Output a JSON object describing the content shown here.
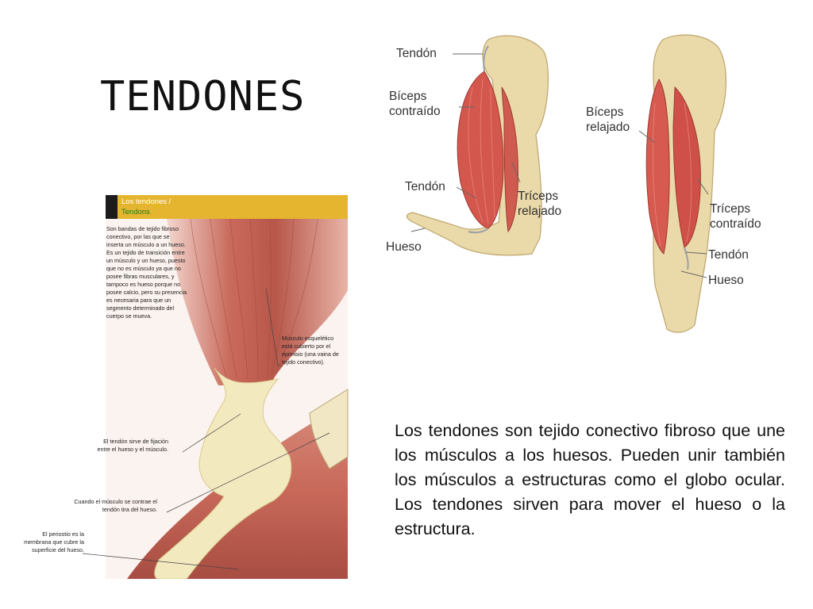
{
  "slide": {
    "title": "TENDONES",
    "body": "Los tendones son tejido conectivo fibroso que une los músculos a los huesos. Pueden unir también los músculos a estructuras como el globo ocular. Los tendones sirven para mover el hueso o la estructura."
  },
  "panel": {
    "header_line1": "Los tendones /",
    "header_line2": "Tendons",
    "intro": "Son bandas de tejido fibroso conectivo, por las que se inserta un músculo a un hueso. Es un tejido de transición entre un músculo y un hueso, puesto que no es músculo ya que no posee fibras musculares, y tampoco es hueso porque no posee calcio, pero su presencia es necesaria para que un segmento determinado del cuerpo se mueva.",
    "label_muscle": "Músculo esquelético está cubierto por el epimisio (una vaina de tejido conectivo).",
    "label_fixation": "El tendón sirve de fijación entre el hueso y el músculo.",
    "label_contract": "Cuando el músculo se contrae el tendón tira del hueso.",
    "label_periosteum": "El periostio es la membrana que cubre la superficie del hueso."
  },
  "arm_left": {
    "tendon_top": "Tendón",
    "biceps": [
      "Bíceps",
      "contraído"
    ],
    "tendon_low": "Tendón",
    "triceps": [
      "Tríceps",
      "relajado"
    ],
    "bone": "Hueso"
  },
  "arm_right": {
    "biceps": [
      "Bíceps",
      "relajado"
    ],
    "triceps": [
      "Tríceps",
      "contraído"
    ],
    "tendon": "Tendón",
    "bone": "Hueso"
  },
  "colors": {
    "muscle": "#c95a50",
    "muscle_light": "#e59b8c",
    "tendon": "#f1e8b8",
    "bone": "#e8d7a8",
    "header": "#e6b52f"
  }
}
